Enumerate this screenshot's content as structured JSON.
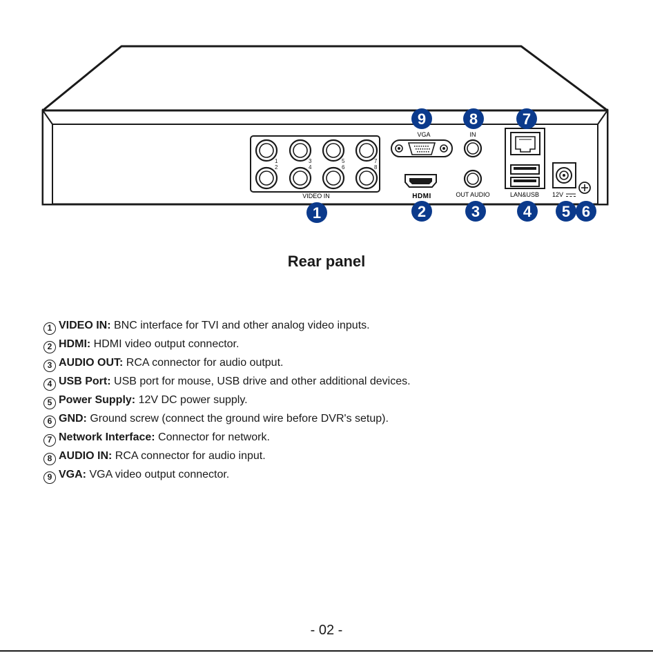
{
  "labels": {
    "video_in": "VIDEO IN",
    "vga": "VGA",
    "hdmi_logo": "HDMI",
    "audio_in": "IN",
    "audio_out": "OUT AUDIO",
    "lan_usb": "LAN&USB",
    "power": "12V",
    "channels": [
      "1",
      "2",
      "3",
      "4",
      "5",
      "6",
      "7",
      "8"
    ]
  },
  "callouts": [
    "1",
    "2",
    "3",
    "4",
    "5",
    "6",
    "7",
    "8",
    "9"
  ],
  "callout_color": "#0b3a8c",
  "caption": "Rear panel",
  "legend": [
    {
      "num": "1",
      "term": "VIDEO IN:",
      "desc": "BNC interface for TVI and other analog video inputs."
    },
    {
      "num": "2",
      "term": "HDMI:",
      "desc": "HDMI video output connector."
    },
    {
      "num": "3",
      "term": "AUDIO OUT:",
      "desc": "RCA connector for audio output."
    },
    {
      "num": "4",
      "term": "USB Port:",
      "desc": "USB port for mouse, USB drive and other additional devices."
    },
    {
      "num": "5",
      "term": "Power Supply:",
      "desc": "12V DC power supply."
    },
    {
      "num": "6",
      "term": "GND:",
      "desc": "Ground screw (connect the ground wire before DVR's setup)."
    },
    {
      "num": "7",
      "term": "Network Interface:",
      "desc": "Connector for network."
    },
    {
      "num": "8",
      "term": "AUDIO IN:",
      "desc": "RCA connector for audio input."
    },
    {
      "num": "9",
      "term": "VGA:",
      "desc": "VGA video output connector."
    }
  ],
  "page_number": "- 02 -"
}
